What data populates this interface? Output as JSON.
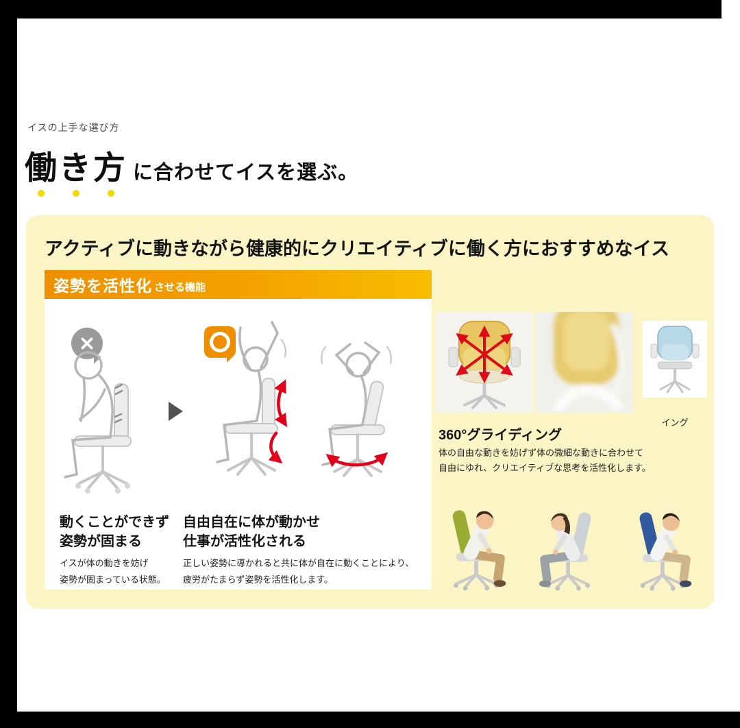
{
  "header": {
    "kicker": "イスの上手な選び方",
    "title_emphasis": "働き方",
    "title_rest": "に合わせてイスを選ぶ。"
  },
  "panel": {
    "headline": "アクティブに動きながら健康的にクリエイティブに働く方におすすめなイス",
    "banner": {
      "main": "姿勢を活性化",
      "sub": "させる機能"
    },
    "ng": {
      "title_lines": [
        "動くことができず",
        "姿勢が固まる"
      ],
      "desc_lines": [
        "イスが体の動きを妨げ",
        "姿勢が固まっている状態。"
      ]
    },
    "ok": {
      "title_lines": [
        "自由自在に体が動かせ",
        "仕事が活性化される"
      ],
      "desc_lines": [
        "正しい姿勢に導かれると共に体が自在に動くことにより、",
        "疲労がたまらず姿勢を活性化します。"
      ]
    },
    "feature": {
      "title": "360°グライディング",
      "desc_lines": [
        "体の自由な動きを妨げず体の微細な動きに合わせて",
        "自由にゆれ、クリエイティブな思考を活性化します。"
      ],
      "chair_label": "イング"
    }
  },
  "colors": {
    "accent_orange": "#ef8f00",
    "panel_yellow": "#fbf4c5",
    "emphasis_dot_yellow": "#f2dc00",
    "motion_arrow_red": "#e2001a",
    "frame_black": "#000000"
  }
}
